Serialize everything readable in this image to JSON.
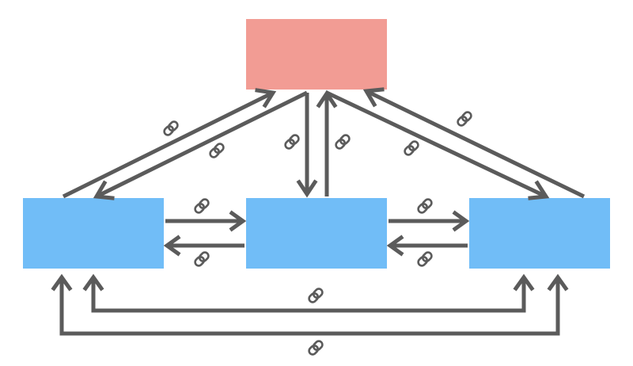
{
  "colors": {
    "top_node": "#f29c94",
    "bottom_node": "#71bdf7",
    "edge": "#5b5b5b",
    "background": "#ffffff"
  },
  "nodes": [
    {
      "id": "top",
      "label": ""
    },
    {
      "id": "left",
      "label": ""
    },
    {
      "id": "middle",
      "label": ""
    },
    {
      "id": "right",
      "label": ""
    }
  ],
  "edges": [
    {
      "from": "left",
      "to": "top",
      "icon": "link-icon"
    },
    {
      "from": "top",
      "to": "left",
      "icon": "link-icon"
    },
    {
      "from": "top",
      "to": "middle",
      "icon": "link-icon"
    },
    {
      "from": "middle",
      "to": "top",
      "icon": "link-icon"
    },
    {
      "from": "top",
      "to": "right",
      "icon": "link-icon"
    },
    {
      "from": "right",
      "to": "top",
      "icon": "link-icon"
    },
    {
      "from": "left",
      "to": "middle",
      "icon": "link-icon"
    },
    {
      "from": "middle",
      "to": "left",
      "icon": "link-icon"
    },
    {
      "from": "middle",
      "to": "right",
      "icon": "link-icon"
    },
    {
      "from": "right",
      "to": "middle",
      "icon": "link-icon"
    },
    {
      "from": "left",
      "to": "right",
      "icon": "link-icon",
      "bidirectional": true
    },
    {
      "from": "right",
      "to": "left",
      "icon": "link-icon",
      "bidirectional": true
    }
  ]
}
